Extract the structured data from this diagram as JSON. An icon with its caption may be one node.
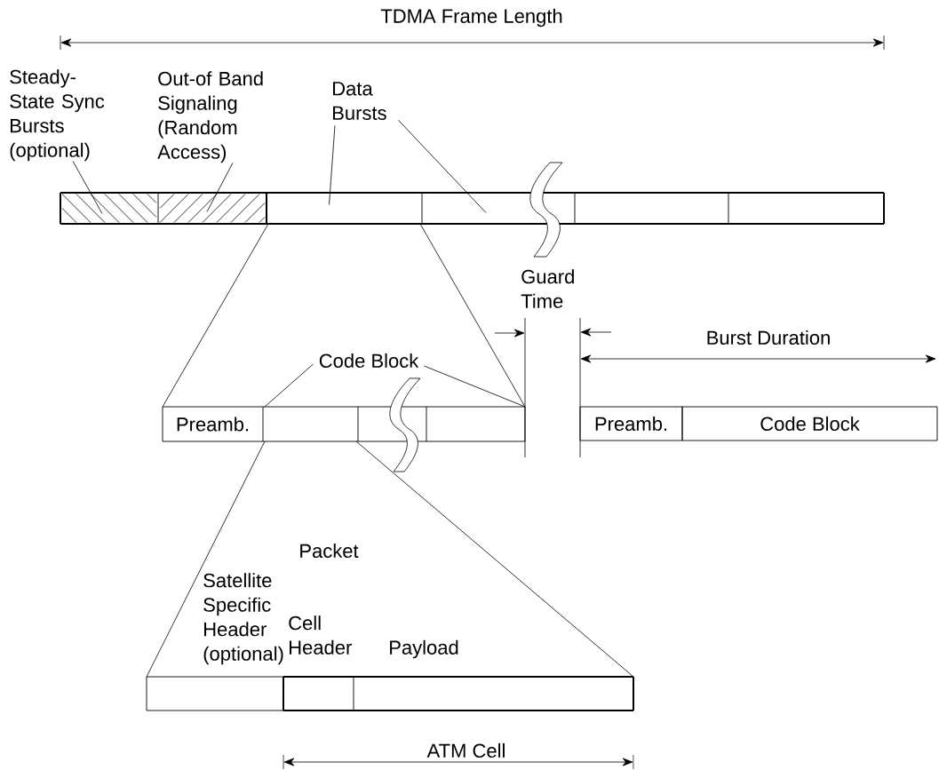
{
  "diagram": {
    "nodes": [
      {
        "text": [],
        "shape": "box"
      },
      {
        "text": [],
        "shape": "box"
      },
      {
        "text": [],
        "shape": "box"
      },
      {
        "text": [],
        "shape": "box"
      },
      {
        "text": [],
        "shape": "box"
      },
      {
        "text": [],
        "shape": "box"
      },
      {
        "text": [
          "Steady-State Sync Bursts (optional)"
        ]
      },
      {
        "text": [
          "Out-of Band Signaling (Random Access)"
        ]
      },
      {
        "text": [
          "Data Bursts"
        ]
      },
      {
        "text": [
          "Preamb."
        ]
      },
      {
        "text": [],
        "shape": "box"
      },
      {
        "text": [],
        "shape": "box"
      },
      {
        "text": [],
        "shape": "box"
      },
      {
        "text": [
          "Code Block"
        ]
      },
      {
        "text": [
          "Preamb."
        ]
      },
      {
        "text": [
          "Code Block"
        ]
      },
      {
        "text": [],
        "shape": "box"
      },
      {
        "text": [],
        "shape": "box"
      },
      {
        "text": [],
        "shape": "box"
      }
    ],
    "edges": [
      {
        "from": 6,
        "to": 0,
        "arrow": "none"
      },
      {
        "from": 7,
        "to": 1,
        "arrow": "none"
      },
      {
        "from": 8,
        "to": 2,
        "arrow": "none"
      },
      {
        "from": 8,
        "to": 3,
        "arrow": "none"
      },
      {
        "from": 2,
        "to": 9,
        "arrow": "none"
      },
      {
        "from": 2,
        "to": 12,
        "arrow": "none"
      },
      {
        "from": 13,
        "to": 10,
        "arrow": "none"
      },
      {
        "from": 13,
        "to": 12,
        "arrow": "none"
      },
      {
        "from": 10,
        "to": 16,
        "arrow": "none"
      },
      {
        "from": 10,
        "to": 18,
        "arrow": "none"
      }
    ],
    "labels": [
      "TDMA Frame Length",
      "Guard Time",
      "Burst Duration",
      "Packet",
      "Satellite Specific Header (optional)",
      "Cell Header",
      "Payload",
      "ATM Cell"
    ]
  }
}
